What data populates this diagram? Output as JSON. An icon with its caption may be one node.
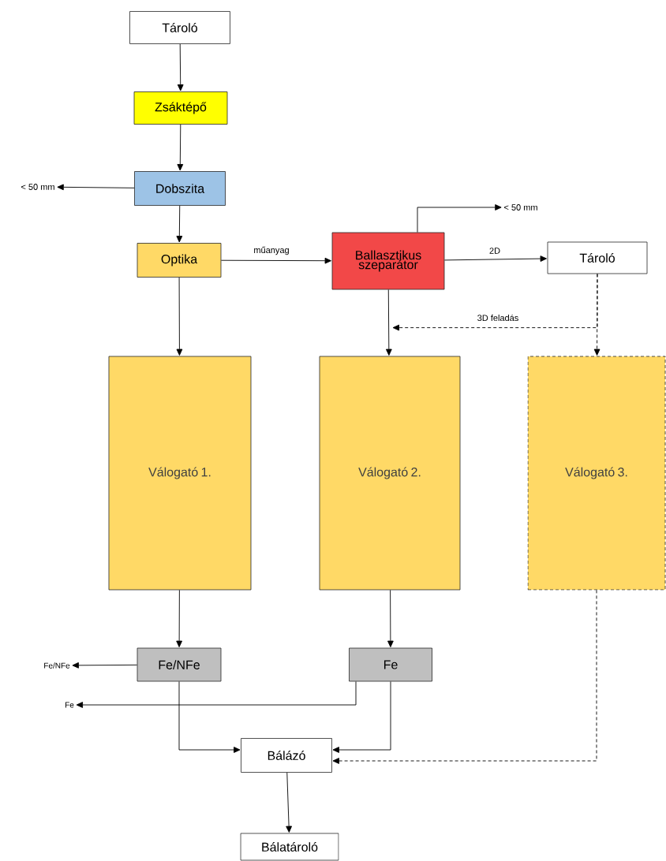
{
  "diagram": {
    "nodes": [
      {
        "text": [
          "Tároló"
        ]
      },
      {
        "text": [
          "Zsáktépő"
        ]
      },
      {
        "text": [
          "< 50 mm"
        ]
      },
      {
        "text": [
          "Dobszita"
        ]
      },
      {
        "text": [
          "< 50 mm"
        ]
      },
      {
        "text": [
          "Optika"
        ]
      },
      {
        "text": [
          "Ballasztikus szeparátor"
        ]
      },
      {
        "text": [
          "Tároló"
        ]
      },
      {
        "text": [
          "Válogató 1."
        ]
      },
      {
        "text": [
          "Válogató 2."
        ]
      },
      {
        "text": [
          "Válogató 3."
        ]
      },
      {
        "text": [
          "Fe/NFe"
        ]
      },
      {
        "text": [
          "Fe/NFe"
        ]
      },
      {
        "text": [
          "Fe"
        ]
      },
      {
        "text": [
          "Fe"
        ]
      },
      {
        "text": [
          "Bálázó"
        ]
      },
      {
        "text": [
          "Bálatároló"
        ]
      }
    ],
    "edges": [
      {
        "from": 0,
        "to": 1,
        "arrow": "to"
      },
      {
        "from": 1,
        "to": 3,
        "arrow": "to"
      },
      {
        "from": 3,
        "to": 2,
        "arrow": "to"
      },
      {
        "from": 3,
        "to": 5,
        "arrow": "to"
      },
      {
        "from": 5,
        "to": 6,
        "arrow": "to",
        "label": "műanyag"
      },
      {
        "from": 6,
        "to": 4,
        "arrow": "to"
      },
      {
        "from": 6,
        "to": 7,
        "arrow": "to",
        "label": "2D"
      },
      {
        "from": 5,
        "to": 8,
        "arrow": "to"
      },
      {
        "from": 6,
        "to": 9,
        "arrow": "to"
      },
      {
        "from": 7,
        "to": 9,
        "arrow": "to",
        "label": "3D feladás",
        "style": "dashed"
      },
      {
        "from": 7,
        "to": 10,
        "arrow": "to",
        "style": "dashed"
      },
      {
        "from": 8,
        "to": 12,
        "arrow": "to"
      },
      {
        "from": 9,
        "to": 13,
        "arrow": "to"
      },
      {
        "from": 12,
        "to": 11,
        "arrow": "to"
      },
      {
        "from": 13,
        "to": 14,
        "arrow": "to"
      },
      {
        "from": 12,
        "to": 15,
        "arrow": "to"
      },
      {
        "from": 13,
        "to": 15,
        "arrow": "to"
      },
      {
        "from": 10,
        "to": 15,
        "arrow": "to",
        "style": "dashed"
      },
      {
        "from": 15,
        "to": 16,
        "arrow": "to"
      }
    ]
  }
}
